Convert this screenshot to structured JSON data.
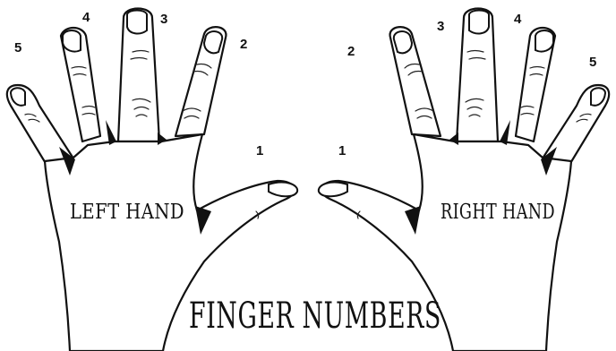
{
  "title": "FINGER NUMBERS",
  "hands": {
    "left": {
      "label": "LEFT HAND",
      "numbers": {
        "thumb": "1",
        "index": "2",
        "middle": "3",
        "ring": "4",
        "pinky": "5"
      }
    },
    "right": {
      "label": "RIGHT HAND",
      "numbers": {
        "thumb": "1",
        "index": "2",
        "middle": "3",
        "ring": "4",
        "pinky": "5"
      }
    }
  },
  "colors": {
    "ink": "#111111",
    "background": "#ffffff"
  }
}
